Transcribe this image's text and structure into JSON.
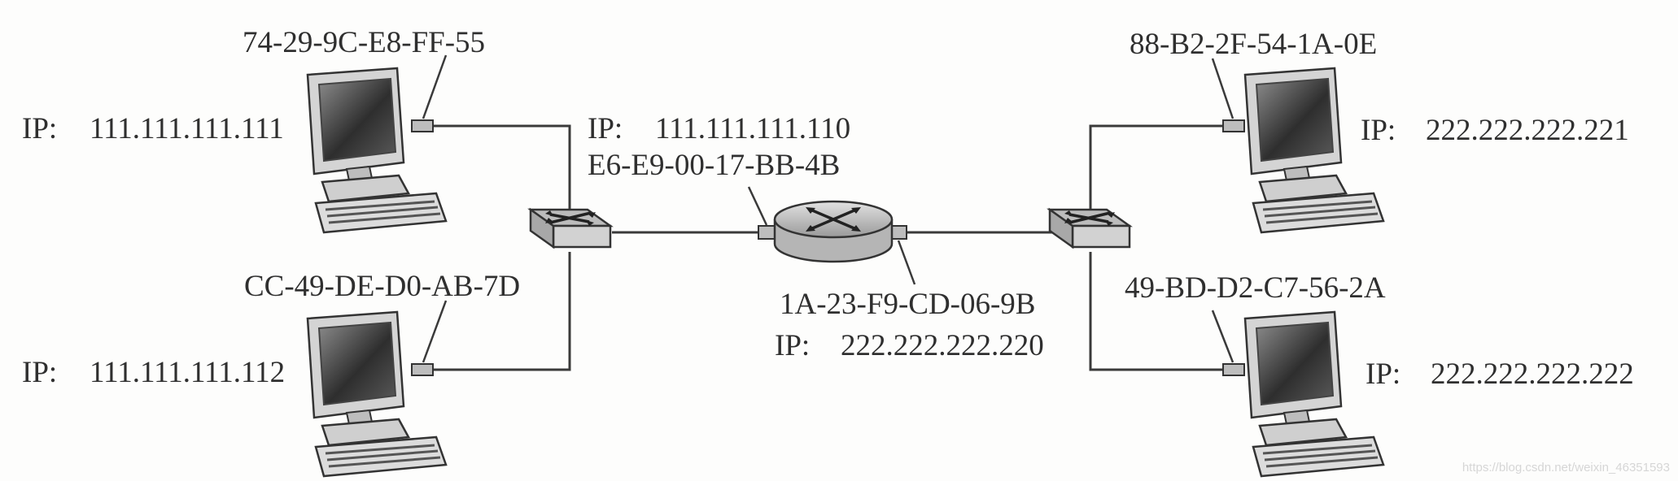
{
  "hosts": {
    "host_a": {
      "mac": "74-29-9C-E8-FF-55",
      "ip_prefix": "IP:",
      "ip": "111.111.111.111"
    },
    "host_b": {
      "mac": "CC-49-DE-D0-AB-7D",
      "ip_prefix": "IP:",
      "ip": "111.111.111.112"
    },
    "host_c": {
      "mac": "88-B2-2F-54-1A-0E",
      "ip_prefix": "IP:",
      "ip": "222.222.222.221"
    },
    "host_d": {
      "mac": "49-BD-D2-C7-56-2A",
      "ip_prefix": "IP:",
      "ip": "222.222.222.222"
    }
  },
  "router": {
    "left_if": {
      "ip_prefix": "IP:",
      "ip": "111.111.111.110",
      "mac": "E6-E9-00-17-BB-4B"
    },
    "right_if": {
      "mac": "1A-23-F9-CD-06-9B",
      "ip_prefix": "IP:",
      "ip": "222.222.222.220"
    }
  },
  "watermark": "https://blog.csdn.net/weixin_46351593"
}
